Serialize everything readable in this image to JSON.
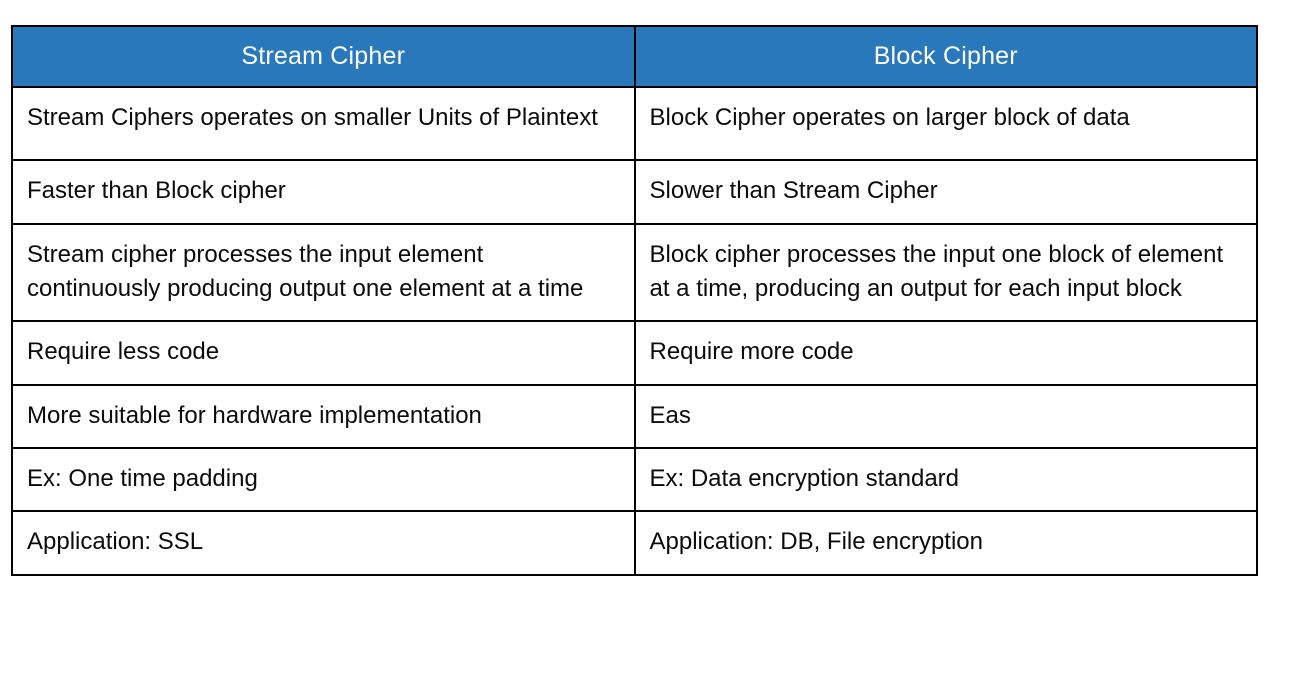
{
  "theme": {
    "header_bg": "#2878BB",
    "header_fg": "#FFFFFF",
    "border_color": "#000000",
    "body_fg": "#0B0B0B"
  },
  "table": {
    "columns": [
      {
        "label": "Stream Cipher"
      },
      {
        "label": "Block Cipher"
      }
    ],
    "rows": [
      [
        "Stream Ciphers operates on smaller Units of Plaintext",
        "Block Cipher operates on larger block of data"
      ],
      [
        "Faster than Block cipher",
        "Slower than Stream Cipher"
      ],
      [
        "Stream cipher processes the input element continuously producing output one element at a time",
        "Block cipher processes the input one block of element at a time, producing an output for each input block"
      ],
      [
        "Require less code",
        "Require more code"
      ],
      [
        "More suitable for hardware implementation",
        "Eas"
      ],
      [
        "Ex: One time padding",
        "Ex: Data encryption standard"
      ],
      [
        "Application: SSL",
        "Application: DB, File encryption"
      ]
    ]
  }
}
